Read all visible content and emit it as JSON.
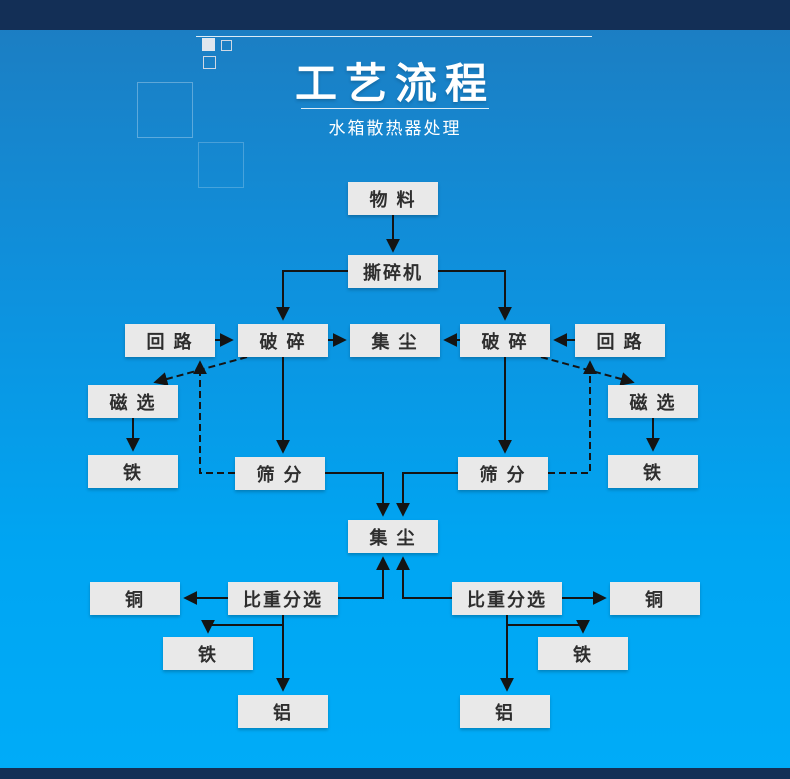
{
  "header": {
    "title": "工艺流程",
    "subtitle": "水箱散热器处理"
  },
  "nodes": {
    "material": {
      "label": "物 料"
    },
    "shredder": {
      "label": "撕碎机"
    },
    "loop_left": {
      "label": "回 路"
    },
    "crush_left": {
      "label": "破 碎"
    },
    "dust_top": {
      "label": "集 尘"
    },
    "crush_right": {
      "label": "破 碎"
    },
    "loop_right": {
      "label": "回 路"
    },
    "magnetic_left": {
      "label": "磁 选"
    },
    "magnetic_right": {
      "label": "磁 选"
    },
    "iron_left_1": {
      "label": "铁"
    },
    "screen_left": {
      "label": "筛 分"
    },
    "screen_right": {
      "label": "筛 分"
    },
    "iron_right_1": {
      "label": "铁"
    },
    "dust_mid": {
      "label": "集 尘"
    },
    "copper_left": {
      "label": "铜"
    },
    "gravity_left": {
      "label": "比重分选"
    },
    "gravity_right": {
      "label": "比重分选"
    },
    "copper_right": {
      "label": "铜"
    },
    "iron_left_2": {
      "label": "铁"
    },
    "iron_right_2": {
      "label": "铁"
    },
    "aluminum_left": {
      "label": "铝"
    },
    "aluminum_right": {
      "label": "铝"
    }
  },
  "flow": {
    "edges": [
      {
        "from": "material",
        "to": "shredder",
        "style": "solid"
      },
      {
        "from": "shredder",
        "to": "crush_left",
        "style": "solid"
      },
      {
        "from": "shredder",
        "to": "crush_right",
        "style": "solid"
      },
      {
        "from": "loop_left",
        "to": "crush_left",
        "style": "solid"
      },
      {
        "from": "crush_left",
        "to": "dust_top",
        "style": "solid"
      },
      {
        "from": "crush_right",
        "to": "dust_top",
        "style": "solid"
      },
      {
        "from": "loop_right",
        "to": "crush_right",
        "style": "solid"
      },
      {
        "from": "crush_left",
        "to": "magnetic_left",
        "style": "dashed"
      },
      {
        "from": "crush_right",
        "to": "magnetic_right",
        "style": "dashed"
      },
      {
        "from": "magnetic_left",
        "to": "iron_left_1",
        "style": "solid"
      },
      {
        "from": "magnetic_right",
        "to": "iron_right_1",
        "style": "solid"
      },
      {
        "from": "crush_left",
        "to": "screen_left",
        "style": "solid"
      },
      {
        "from": "crush_right",
        "to": "screen_right",
        "style": "solid"
      },
      {
        "from": "screen_left",
        "to": "loop_left",
        "style": "dashed"
      },
      {
        "from": "screen_right",
        "to": "loop_right",
        "style": "dashed"
      },
      {
        "from": "screen_left",
        "to": "dust_mid",
        "style": "solid"
      },
      {
        "from": "screen_right",
        "to": "dust_mid",
        "style": "solid"
      },
      {
        "from": "gravity_left",
        "to": "dust_mid",
        "style": "solid"
      },
      {
        "from": "gravity_right",
        "to": "dust_mid",
        "style": "solid"
      },
      {
        "from": "gravity_left",
        "to": "copper_left",
        "style": "solid"
      },
      {
        "from": "gravity_left",
        "to": "iron_left_2",
        "style": "solid"
      },
      {
        "from": "gravity_left",
        "to": "aluminum_left",
        "style": "solid"
      },
      {
        "from": "gravity_right",
        "to": "copper_right",
        "style": "solid"
      },
      {
        "from": "gravity_right",
        "to": "iron_right_2",
        "style": "solid"
      },
      {
        "from": "gravity_right",
        "to": "aluminum_right",
        "style": "solid"
      }
    ]
  },
  "colors": {
    "background_top": "#1d7cc0",
    "background_bottom": "#00acf8",
    "bar": "#132f56",
    "box": "#e9e9e9",
    "line": "#141414",
    "box_text": "#2e2e2e",
    "title_text": "#ffffff"
  }
}
